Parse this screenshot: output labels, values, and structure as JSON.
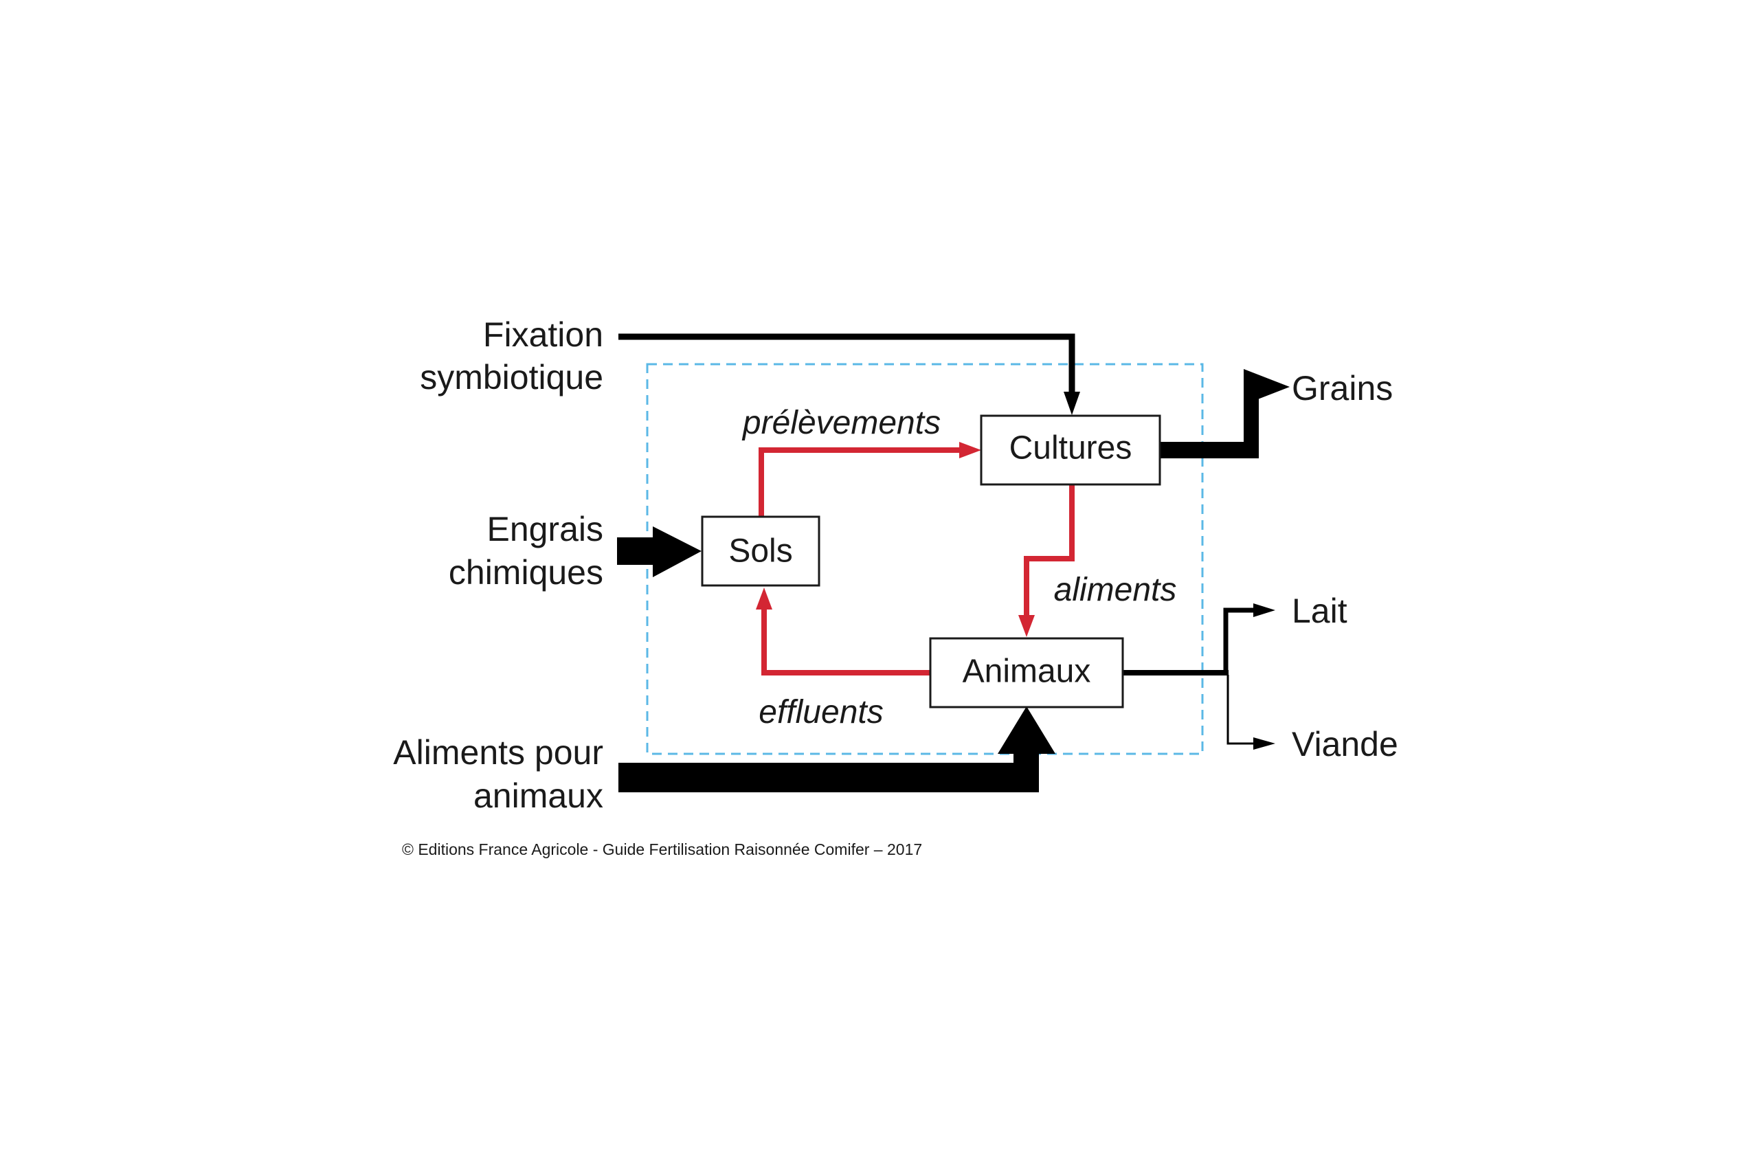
{
  "diagram": {
    "nodes": {
      "sols": "Sols",
      "cultures": "Cultures",
      "animaux": "Animaux"
    },
    "inputs": {
      "fixation_line1": "Fixation",
      "fixation_line2": "symbiotique",
      "engrais_line1": "Engrais",
      "engrais_line2": "chimiques",
      "aliments_line1": "Aliments pour",
      "aliments_line2": "animaux"
    },
    "outputs": {
      "grains": "Grains",
      "lait": "Lait",
      "viande": "Viande"
    },
    "internal_flows": {
      "prelevements": "prélèvements",
      "aliments": "aliments",
      "effluents": "effluents"
    },
    "credit": "© Editions France Agricole - Guide Fertilisation Raisonnée Comifer – 2017",
    "colors": {
      "internal_flow": "#d32633",
      "external_flow": "#000000",
      "boundary": "#5bb8e6",
      "box_stroke": "#1a1a1a"
    }
  }
}
